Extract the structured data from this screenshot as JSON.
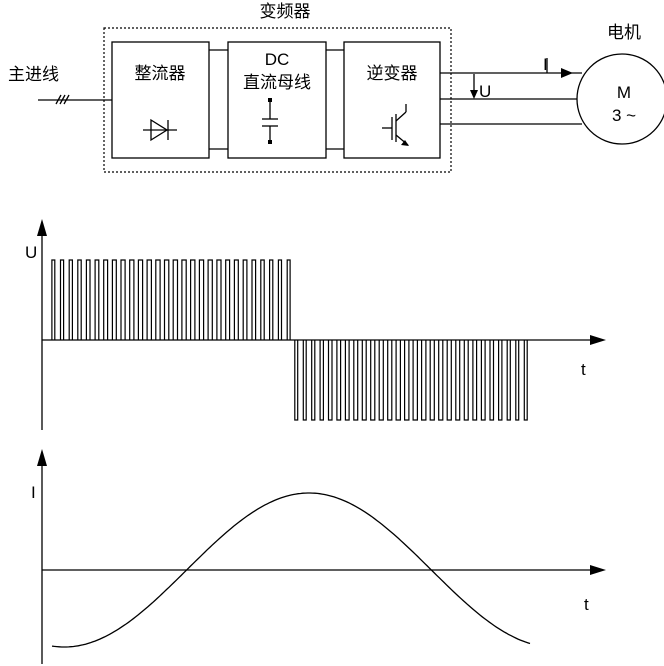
{
  "block_diagram": {
    "converter_title": "变频器",
    "mains_label": "主进线",
    "rectifier_label": "整流器",
    "dc_label": "DC",
    "dc_bus_label": "直流母线",
    "inverter_label": "逆变器",
    "motor_label": "电机",
    "motor_symbol": "M",
    "motor_phase": "3 ~",
    "current_label": "I",
    "voltage_label": "U"
  },
  "voltage_chart": {
    "y_label": "U",
    "x_label": "t",
    "pulses_per_half_cycle": 28,
    "pulse_amplitude_fraction": 1.0
  },
  "current_chart": {
    "y_label": "I",
    "x_label": "t",
    "waveform": "sine"
  },
  "colors": {
    "line": "#000000",
    "background": "#ffffff"
  }
}
